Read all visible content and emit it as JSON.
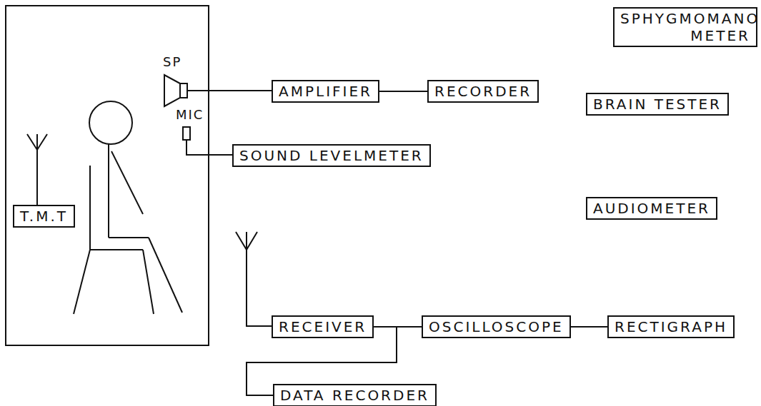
{
  "diagram": {
    "nodes": [
      {
        "text": [
          "SPHYGMOMANO METER"
        ]
      },
      {
        "text": [
          "AMPLIFIER"
        ]
      },
      {
        "text": [
          "RECORDER"
        ]
      },
      {
        "text": [
          "BRAIN TESTER"
        ]
      },
      {
        "text": [
          "SOUND LEVELMETER"
        ]
      },
      {
        "text": [
          "T.M.T"
        ]
      },
      {
        "text": [
          "AUDIOMETER"
        ]
      },
      {
        "text": [
          "RECEIVER"
        ]
      },
      {
        "text": [
          "OSCILLOSCOPE"
        ]
      },
      {
        "text": [
          "RECTIGRAPH"
        ]
      },
      {
        "text": [
          "DATA RECORDER"
        ]
      }
    ],
    "edges": [
      {
        "from": 1,
        "to": 2,
        "arrow": "none"
      },
      {
        "from": 7,
        "to": 8,
        "arrow": "none"
      },
      {
        "from": 8,
        "to": 9,
        "arrow": "none"
      },
      {
        "from": 7,
        "to": 10,
        "arrow": "none"
      },
      {
        "from": 8,
        "to": 10,
        "arrow": "none"
      }
    ],
    "labels": [
      "SP",
      "MIC"
    ]
  }
}
